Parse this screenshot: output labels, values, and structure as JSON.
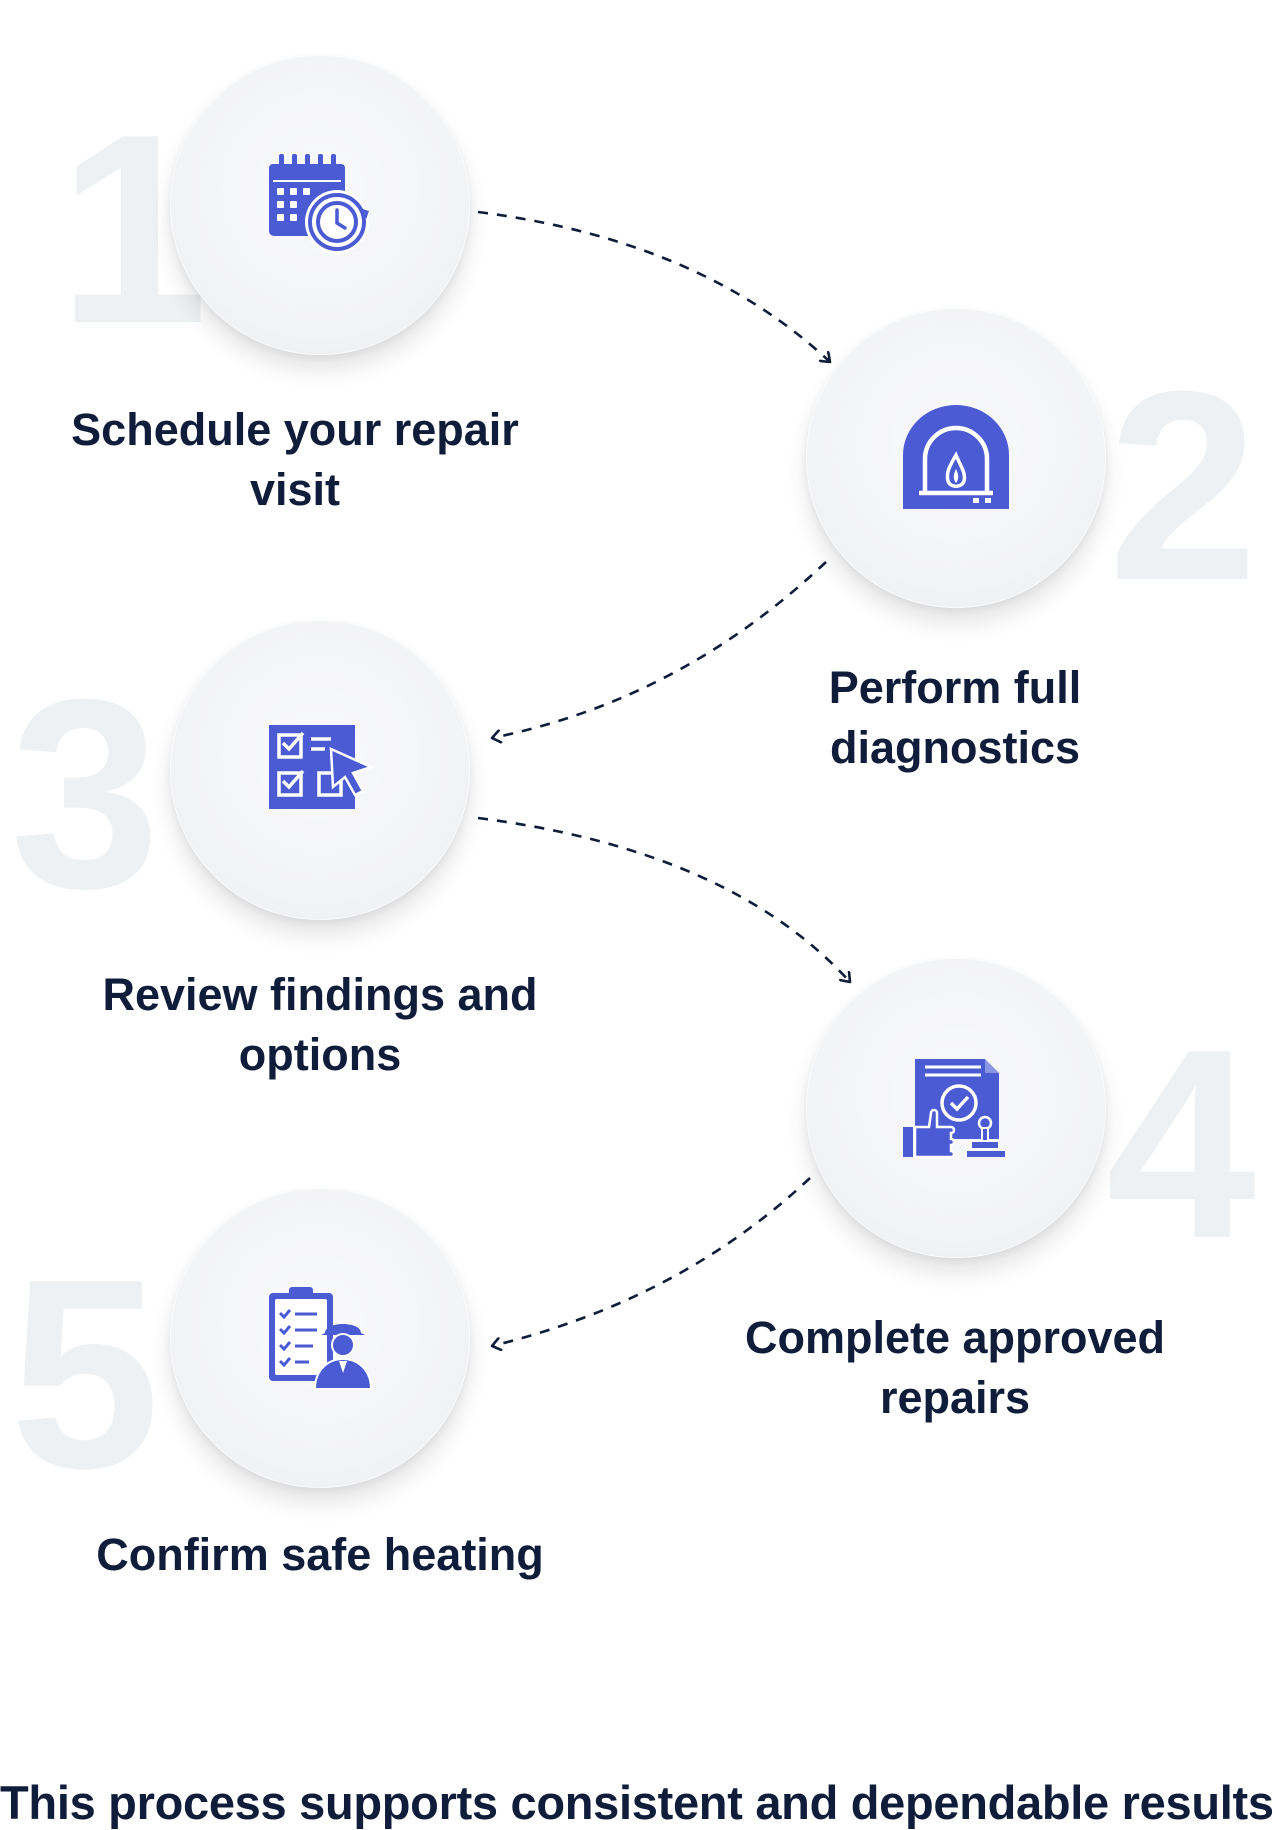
{
  "colors": {
    "accent": "#4a5bd4",
    "text": "#0f1d3b",
    "watermark": "#eef1f3",
    "circle": "#f4f5f7"
  },
  "steps": [
    {
      "number": "1",
      "label_lines": [
        "Schedule your repair",
        "visit"
      ],
      "icon": "calendar-clock-icon"
    },
    {
      "number": "2",
      "label_lines": [
        "Perform full",
        "diagnostics"
      ],
      "icon": "fireplace-icon"
    },
    {
      "number": "3",
      "label_lines": [
        "Review findings and",
        "options"
      ],
      "icon": "checklist-cursor-icon"
    },
    {
      "number": "4",
      "label_lines": [
        "Complete approved",
        "repairs"
      ],
      "icon": "approved-document-icon"
    },
    {
      "number": "5",
      "label_lines": [
        "Confirm safe heating"
      ],
      "icon": "technician-clipboard-icon"
    }
  ],
  "footer": "This process supports consistent and dependable results."
}
